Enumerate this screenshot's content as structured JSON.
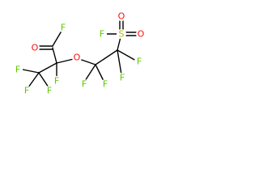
{
  "colors": {
    "F": "#5fc800",
    "O": "#ff0d0d",
    "S": "#b8b800",
    "bond": "#000000",
    "background": "#ffffff"
  },
  "atoms": {
    "f_acyl": "F",
    "o_carbonyl": "O",
    "o_ether": "O",
    "f_alpha": "F",
    "f_cf3_left": "F",
    "f_cf3_bottom1": "F",
    "f_cf3_bottom2": "F",
    "f_c3_bottom1": "F",
    "f_c3_bottom2": "F",
    "f_c4_right": "F",
    "f_c4_bottom": "F",
    "s_sulfonyl": "S",
    "o_sulfonyl1": "O",
    "o_sulfonyl2": "O",
    "f_sulfonyl": "F"
  }
}
